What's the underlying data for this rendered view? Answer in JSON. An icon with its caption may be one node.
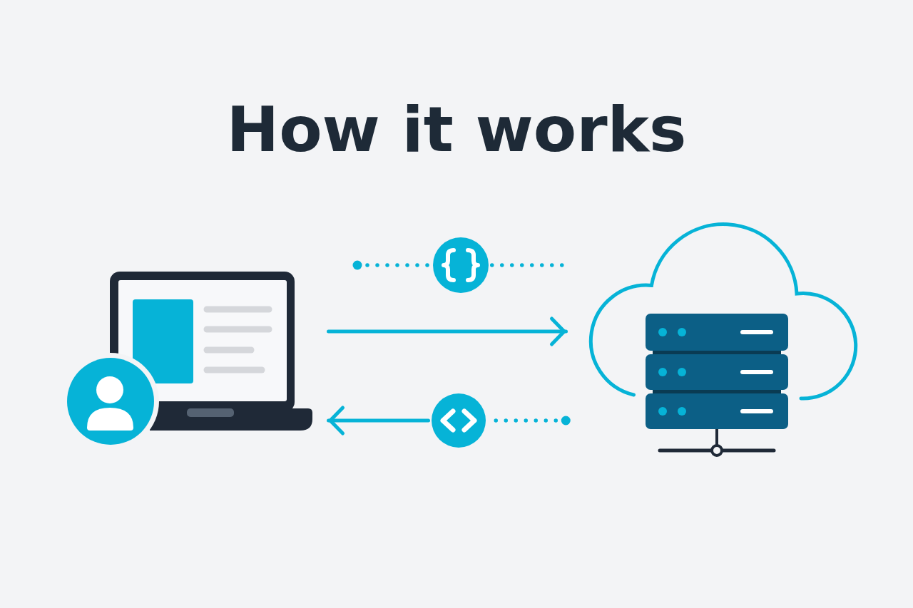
{
  "diagram": {
    "title": "How it works",
    "nodes": [
      {
        "text": [],
        "shape": "picture"
      },
      {
        "text": [],
        "shape": "picture"
      },
      {
        "text": [],
        "shape": "circle"
      },
      {
        "text": [],
        "shape": "circle"
      }
    ],
    "edges": [
      {
        "from": null,
        "to": 2,
        "arrow": "other",
        "style": "dashed"
      },
      {
        "from": 2,
        "to": 1,
        "arrow": "none",
        "style": "dashed"
      },
      {
        "from": 0,
        "to": 1,
        "arrow": "to"
      },
      {
        "from": 1,
        "to": 3,
        "arrow": "other",
        "style": "dashed"
      },
      {
        "from": 3,
        "to": 0,
        "arrow": "to"
      }
    ]
  }
}
